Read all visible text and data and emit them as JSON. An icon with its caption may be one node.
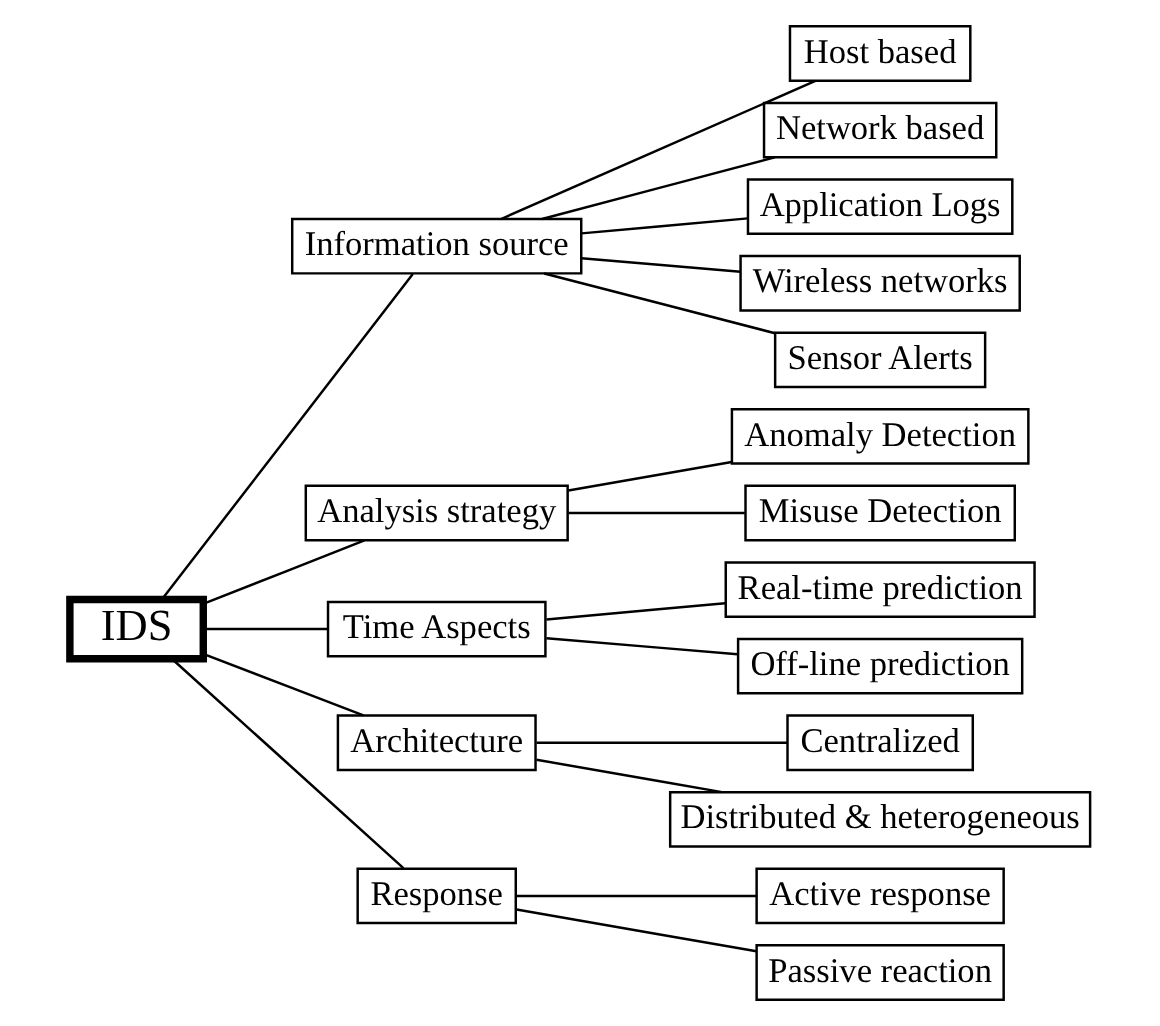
{
  "diagram": {
    "nodes": [
      {
        "text": [
          "IDS"
        ]
      },
      {
        "text": [
          "Information source"
        ]
      },
      {
        "text": [
          "Host based"
        ]
      },
      {
        "text": [
          "Network based"
        ]
      },
      {
        "text": [
          "Application Logs"
        ]
      },
      {
        "text": [
          "Wireless networks"
        ]
      },
      {
        "text": [
          "Sensor Alerts"
        ]
      },
      {
        "text": [
          "Analysis strategy"
        ]
      },
      {
        "text": [
          "Anomaly Detection"
        ]
      },
      {
        "text": [
          "Misuse Detection"
        ]
      },
      {
        "text": [
          "Time Aspects"
        ]
      },
      {
        "text": [
          "Real-time prediction"
        ]
      },
      {
        "text": [
          "Off-line prediction"
        ]
      },
      {
        "text": [
          "Architecture"
        ]
      },
      {
        "text": [
          "Centralized"
        ]
      },
      {
        "text": [
          "Distributed & heterogeneous"
        ]
      },
      {
        "text": [
          "Response"
        ]
      },
      {
        "text": [
          "Active response"
        ]
      },
      {
        "text": [
          "Passive reaction"
        ]
      }
    ],
    "edges": [
      {
        "from": 0,
        "to": 1,
        "arrow": "none"
      },
      {
        "from": 1,
        "to": 2,
        "arrow": "none"
      },
      {
        "from": 1,
        "to": 3,
        "arrow": "none"
      },
      {
        "from": 1,
        "to": 4,
        "arrow": "none"
      },
      {
        "from": 1,
        "to": 5,
        "arrow": "none"
      },
      {
        "from": 1,
        "to": 6,
        "arrow": "none"
      },
      {
        "from": 0,
        "to": 7,
        "arrow": "none"
      },
      {
        "from": 7,
        "to": 8,
        "arrow": "none"
      },
      {
        "from": 7,
        "to": 9,
        "arrow": "none"
      },
      {
        "from": 0,
        "to": 10,
        "arrow": "none"
      },
      {
        "from": 10,
        "to": 11,
        "arrow": "none"
      },
      {
        "from": 10,
        "to": 12,
        "arrow": "none"
      },
      {
        "from": 0,
        "to": 13,
        "arrow": "none"
      },
      {
        "from": 13,
        "to": 14,
        "arrow": "none"
      },
      {
        "from": 13,
        "to": 15,
        "arrow": "none"
      },
      {
        "from": 0,
        "to": 16,
        "arrow": "none"
      },
      {
        "from": 16,
        "to": 17,
        "arrow": "none"
      },
      {
        "from": 16,
        "to": 18,
        "arrow": "none"
      }
    ]
  }
}
